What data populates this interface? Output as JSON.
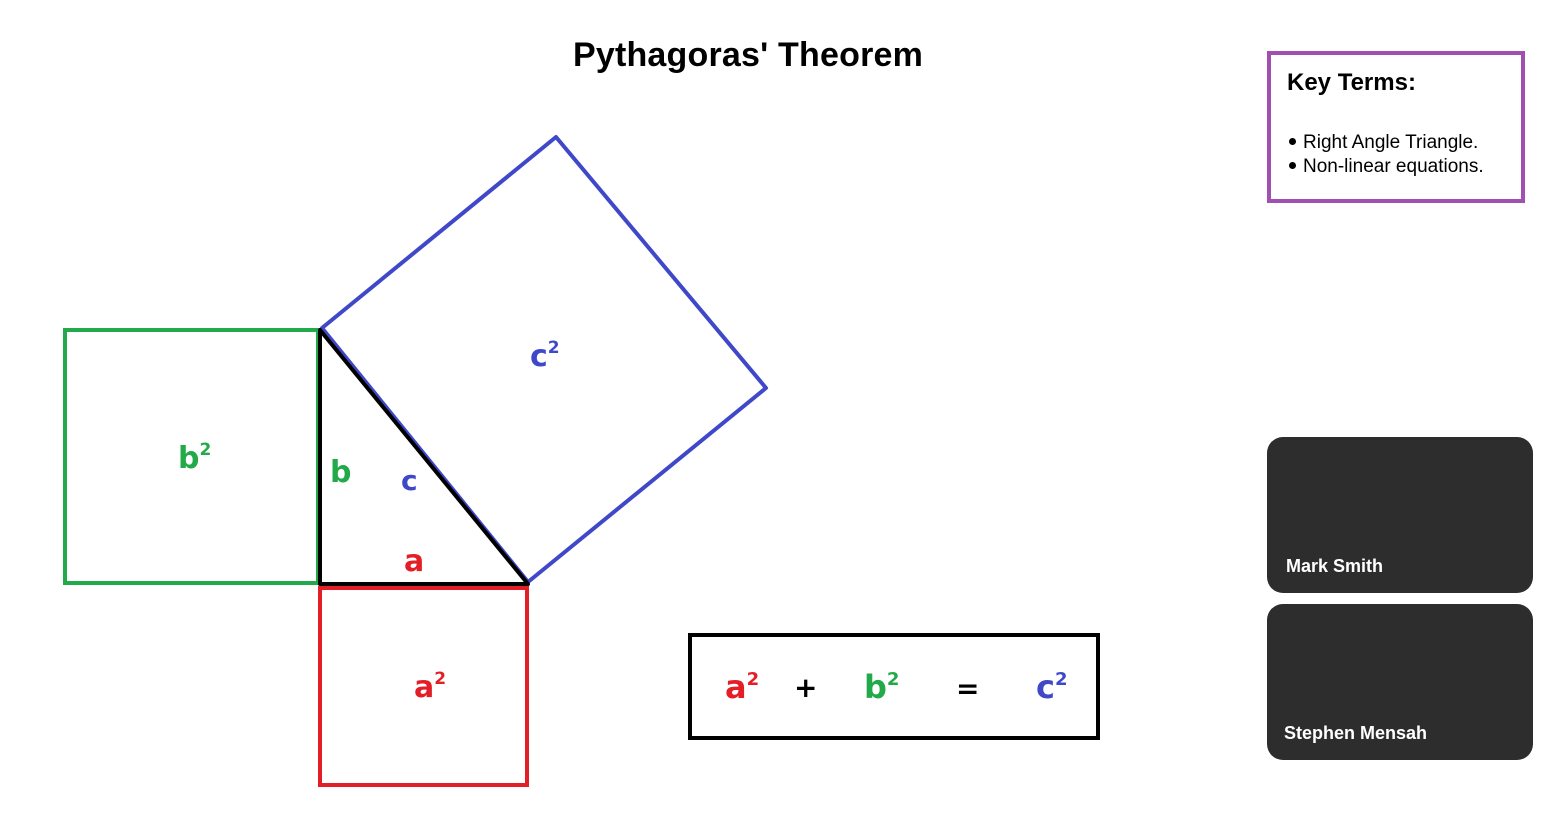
{
  "title": "Pythagoras' Theorem",
  "key_terms": {
    "heading": "Key Terms:",
    "items": [
      "Right Angle Triangle.",
      "Non-linear equations."
    ]
  },
  "diagram": {
    "colors": {
      "a": "#e41e26",
      "b": "#22aa4a",
      "c": "#3f48c8",
      "triangle": "#000000",
      "key_terms_border": "#a050b0"
    },
    "labels": {
      "a_squared": "a",
      "b_squared": "b",
      "c_squared": "c",
      "side_a": "a",
      "side_b": "b",
      "side_c": "c",
      "exponent": "2"
    }
  },
  "equation": {
    "a": "a",
    "b": "b",
    "c": "c",
    "exponent": "2",
    "plus": "+",
    "equals": "="
  },
  "participants": [
    {
      "name": "Mark Smith"
    },
    {
      "name": "Stephen Mensah"
    }
  ]
}
